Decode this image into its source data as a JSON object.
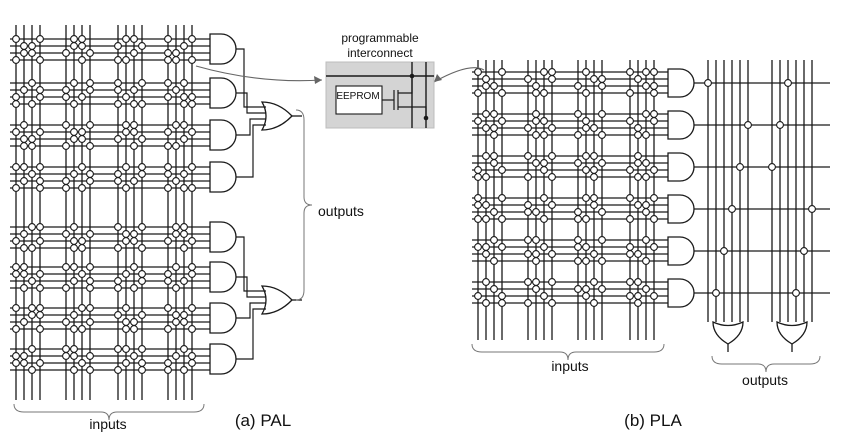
{
  "callout": {
    "line1": "programmable",
    "line2": "interconnect",
    "cell_label": "EEPROM"
  },
  "pal": {
    "outputs_label": "outputs",
    "inputs_label": "inputs",
    "caption": "(a) PAL"
  },
  "pla": {
    "inputs_label": "inputs",
    "outputs_label": "outputs",
    "caption": "(b) PLA"
  },
  "colors": {
    "ink": "#1a1a1a",
    "callout_bg": "#d4d4d4",
    "arrow": "#666666"
  }
}
